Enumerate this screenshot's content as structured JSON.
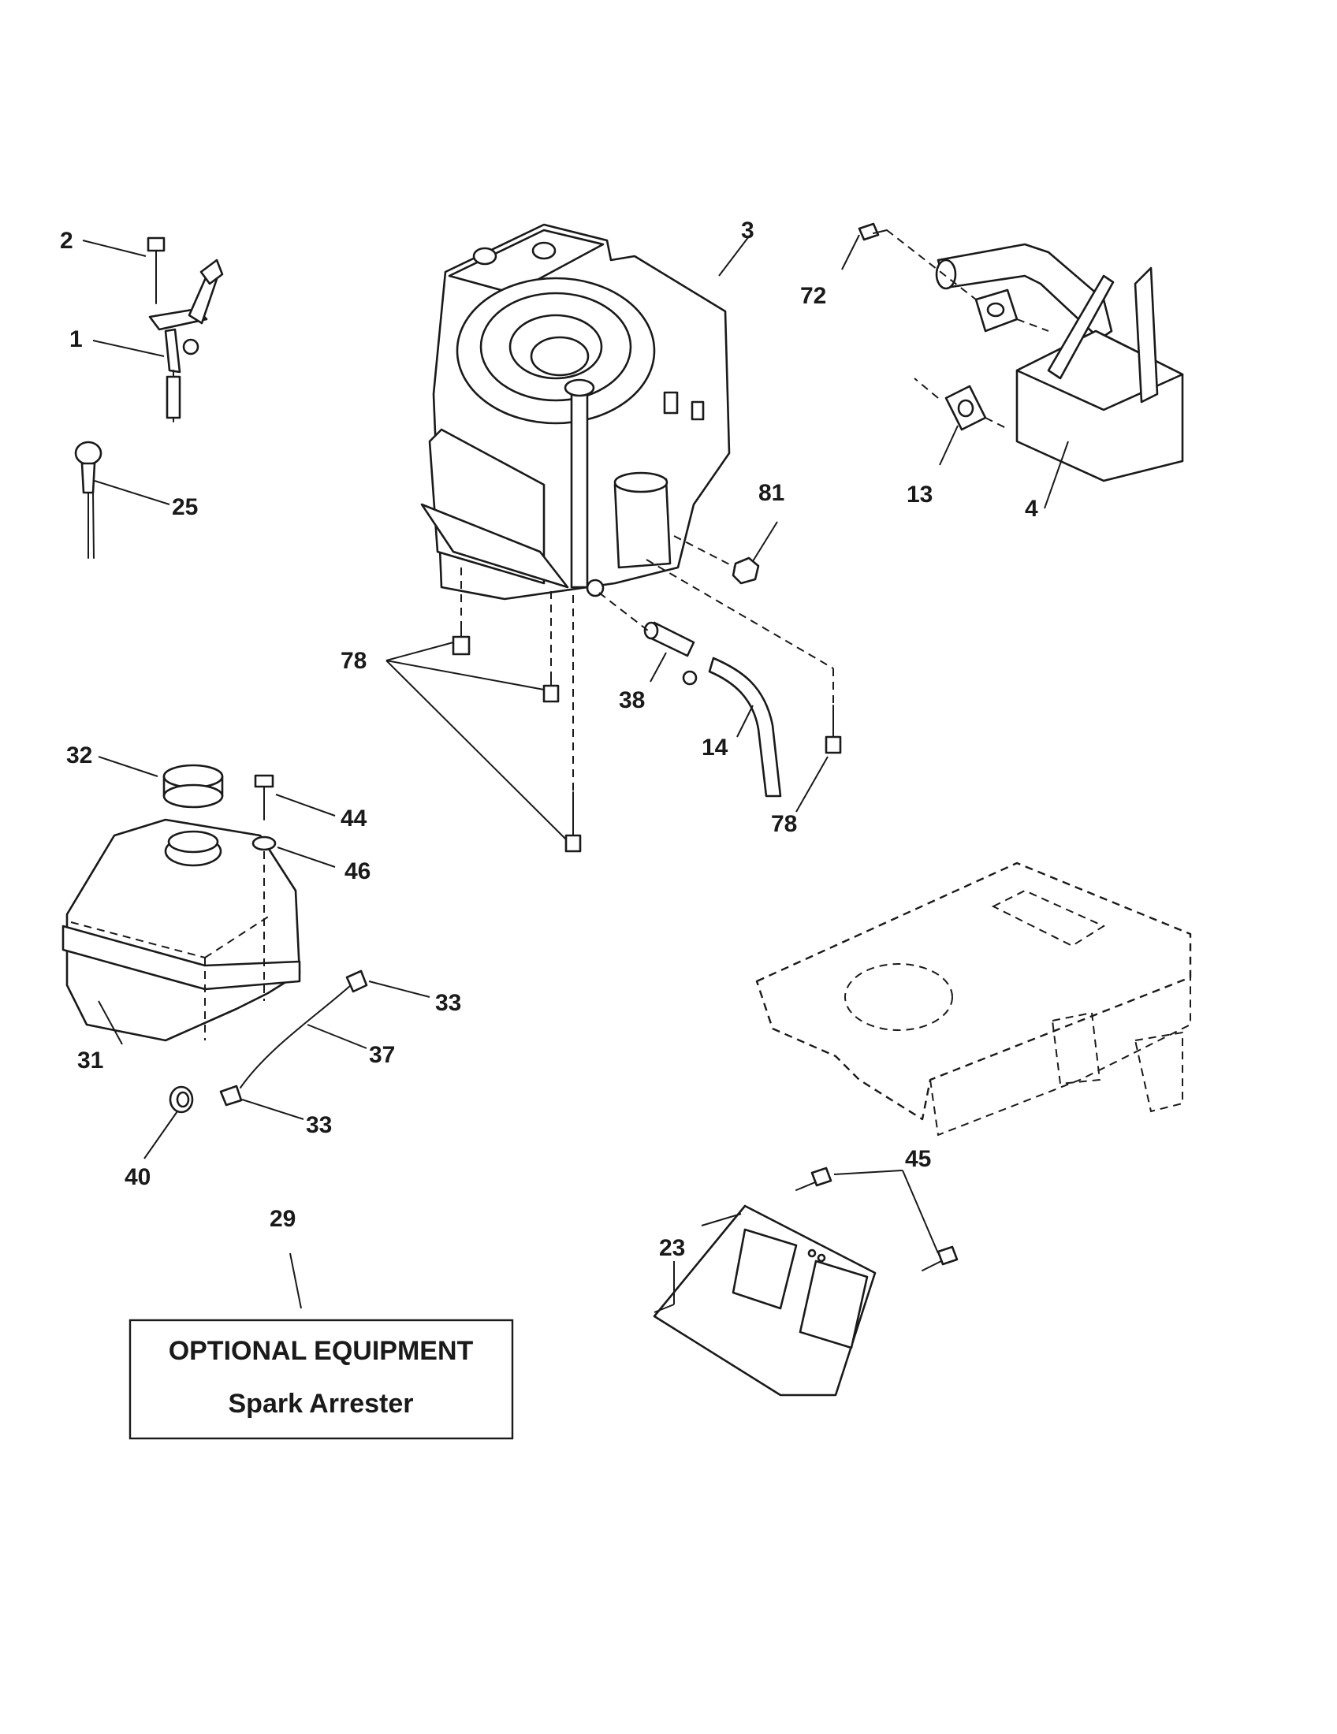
{
  "callouts": {
    "c1": "1",
    "c2": "2",
    "c3": "3",
    "c4": "4",
    "c13": "13",
    "c14": "14",
    "c23": "23",
    "c25": "25",
    "c29": "29",
    "c31": "31",
    "c32": "32",
    "c33a": "33",
    "c33b": "33",
    "c37": "37",
    "c38": "38",
    "c40": "40",
    "c44": "44",
    "c45": "45",
    "c46": "46",
    "c72": "72",
    "c78a": "78",
    "c78b": "78",
    "c81": "81"
  },
  "optional_box": {
    "title": "OPTIONAL EQUIPMENT",
    "subtitle": "Spark Arrester"
  }
}
